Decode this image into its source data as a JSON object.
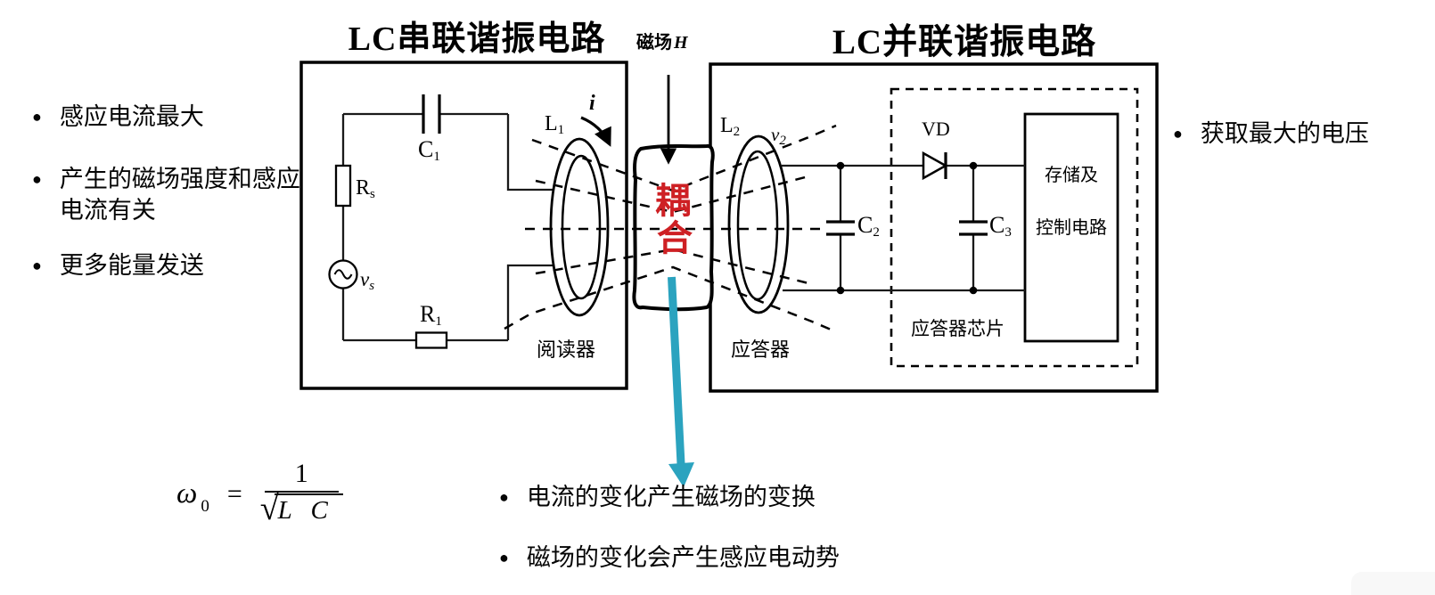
{
  "slide": {
    "title_left": "LC串联谐振电路",
    "title_right": "LC并联谐振电路",
    "magnetic_field_label": "磁场",
    "magnetic_field_symbol": "H"
  },
  "left_bullets": [
    "感应电流最大",
    "产生的磁场强度和感应电流有关",
    "更多能量发送"
  ],
  "right_bullets": [
    "获取最大的电压"
  ],
  "bottom_bullets": [
    "电流的变化产生磁场的变换",
    "磁场的变化会产生感应电动势"
  ],
  "coupling": {
    "char_top": "耦",
    "char_bottom": "合",
    "text_color": "#ce2024",
    "arrow_color": "#2ba3bf"
  },
  "reader": {
    "label": "阅读器",
    "cap": {
      "base": "C",
      "sub": "1"
    },
    "res_series": {
      "base": "R",
      "sub": "s"
    },
    "source": {
      "base": "v",
      "sub": "s"
    },
    "res": {
      "base": "R",
      "sub": "1"
    },
    "coil": {
      "base": "L",
      "sub": "1"
    },
    "current": "i"
  },
  "transponder": {
    "label": "应答器",
    "chip_label": "应答器芯片",
    "control_line1": "存储及",
    "control_line2": "控制电路",
    "coil": {
      "base": "L",
      "sub": "2"
    },
    "voltage": {
      "base": "v",
      "sub": "2"
    },
    "cap2": {
      "base": "C",
      "sub": "2"
    },
    "diode": "VD",
    "cap3": {
      "base": "C",
      "sub": "3"
    }
  },
  "formula": {
    "omega": "ω",
    "omega_sub": "0",
    "equals": "=",
    "numerator": "1",
    "radical": "√",
    "radicand": "L C"
  }
}
